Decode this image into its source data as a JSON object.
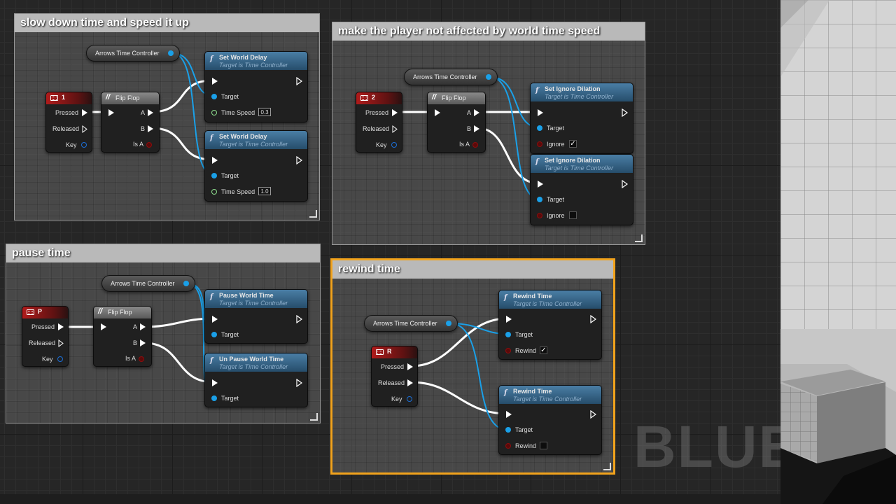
{
  "watermark": "BLUEP",
  "comments": {
    "c1": "slow down time and speed it up",
    "c2": "make the player not affected by world time speed",
    "c3": "pause time",
    "c4": "rewind time"
  },
  "var_label": "Arrows Time Controller",
  "function_target": "Target is Time Controller",
  "flipflop": {
    "title": "Flip Flop",
    "a": "A",
    "b": "B",
    "is_a": "Is A"
  },
  "input_pins": {
    "pressed": "Pressed",
    "released": "Released",
    "key": "Key"
  },
  "pins": {
    "target": "Target",
    "time_speed": "Time Speed",
    "ignore": "Ignore",
    "rewind": "Rewind"
  },
  "keys": {
    "k1": "1",
    "k2": "2",
    "kp": "P",
    "kr": "R"
  },
  "functions": {
    "set_world_delay": "Set World Delay",
    "set_ignore_dilation": "Set Ignore Dilation",
    "pause_world_time": "Pause World Time",
    "unpause_world_time": "Un Pause World Time",
    "rewind_time": "Rewind Time"
  },
  "values": {
    "slow_speed": "0.3",
    "fast_speed": "1.0"
  },
  "checks": {
    "ignore_1": true,
    "ignore_2": false,
    "rewind_1": true,
    "rewind_2": false
  },
  "colors": {
    "exec": "#ffffff",
    "object_pin": "#1aa0e8",
    "float_pin": "#8ee08e",
    "bool_pin": "#8b0d0d",
    "selected_comment": "#f2a31c"
  }
}
